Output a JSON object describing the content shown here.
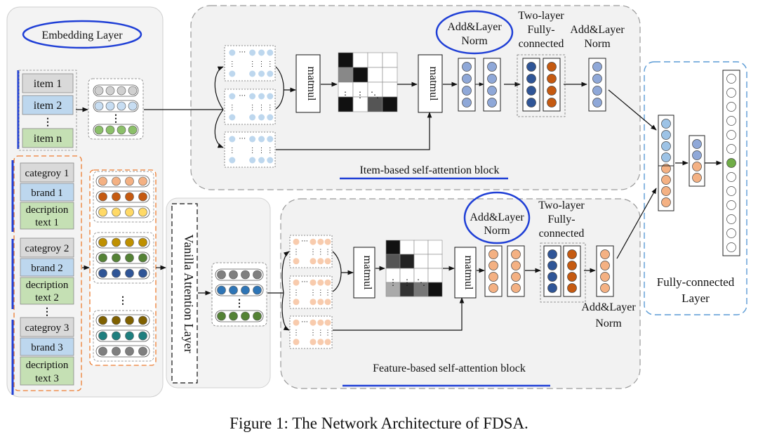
{
  "caption": "Figure 1: The Network Architecture of FDSA.",
  "embedding_layer": {
    "title": "Embedding Layer",
    "items": [
      "item 1",
      "item 2",
      "⋮",
      "item n"
    ],
    "feature_groups": [
      {
        "category": "categroy 1",
        "brand": "brand 1",
        "desc_line1": "decription",
        "desc_line2": "text 1"
      },
      {
        "category": "categroy 2",
        "brand": "brand 2",
        "desc_line1": "decription",
        "desc_line2": "text 2"
      },
      {
        "category": "categroy 3",
        "brand": "brand 3",
        "desc_line1": "decription",
        "desc_line2": "text 3"
      }
    ]
  },
  "vanilla_attention_layer": "Vanilla Attention Layer",
  "item_block": {
    "title": "Item-based self-attention block",
    "matmul1": "matmul",
    "matmul2": "matmul",
    "addnorm1_line1": "Add&Layer",
    "addnorm1_line2": "Norm",
    "ffn_line1": "Two-layer",
    "ffn_line2": "Fully-",
    "ffn_line3": "connected",
    "addnorm2_line1": "Add&Layer",
    "addnorm2_line2": "Norm"
  },
  "feature_block": {
    "title": "Feature-based self-attention block",
    "matmul1": "matmul",
    "matmul2": "matmul",
    "addnorm1_line1": "Add&Layer",
    "addnorm1_line2": "Norm",
    "ffn_line1": "Two-layer",
    "ffn_line2": "Fully-",
    "ffn_line3": "connected",
    "addnorm2_line1": "Add&Layer",
    "addnorm2_line2": "Norm"
  },
  "fc_layer": {
    "line1": "Fully-connected",
    "line2": "Layer"
  },
  "colors": {
    "item_gray": "#d9d9d9",
    "item_blue": "#bdd7ee",
    "item_green": "#c5e0b4",
    "orange_dash": "#f4a460",
    "blue_dash": "#5b9bd5",
    "highlight_blue": "#1f3fd6",
    "neuron_blue": "#8fa8d8",
    "neuron_orange": "#f4b183",
    "dark_orange": "#c55a11",
    "dark_blue": "#2f5597"
  }
}
